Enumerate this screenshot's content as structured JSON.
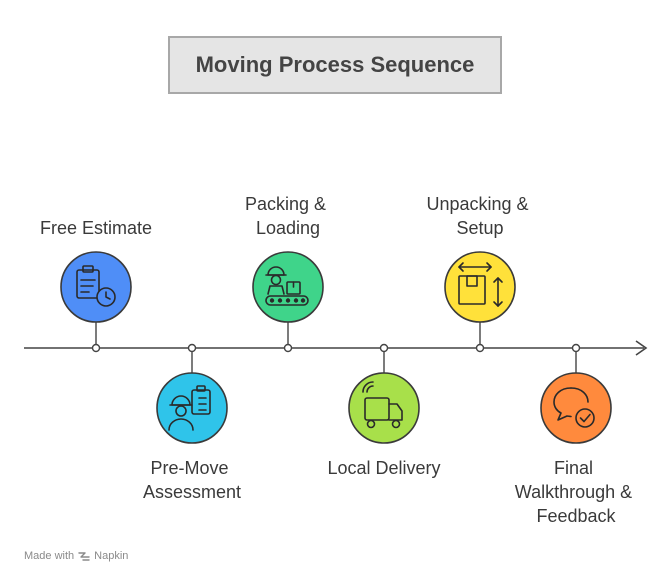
{
  "title": "Moving Process Sequence",
  "steps": [
    {
      "lines": [
        "Free Estimate"
      ],
      "color": "#4f8ef7",
      "icon": "clipboard-clock-icon",
      "position": "above"
    },
    {
      "lines": [
        "Pre-Move",
        "Assessment"
      ],
      "color": "#2fc4ea",
      "icon": "worker-checklist-icon",
      "position": "below"
    },
    {
      "lines": [
        "Packing &",
        "Loading"
      ],
      "color": "#3fd48a",
      "icon": "worker-conveyor-icon",
      "position": "above"
    },
    {
      "lines": [
        "Local Delivery"
      ],
      "color": "#a8e04a",
      "icon": "delivery-truck-icon",
      "position": "below"
    },
    {
      "lines": [
        "Unpacking &",
        "Setup"
      ],
      "color": "#ffe13a",
      "icon": "box-dimensions-icon",
      "position": "above"
    },
    {
      "lines": [
        "Final",
        "Walkthrough &",
        "Feedback"
      ],
      "color": "#ff8a3d",
      "icon": "chat-check-icon",
      "position": "below"
    }
  ],
  "footer": {
    "prefix": "Made with",
    "brand": "Napkin"
  }
}
